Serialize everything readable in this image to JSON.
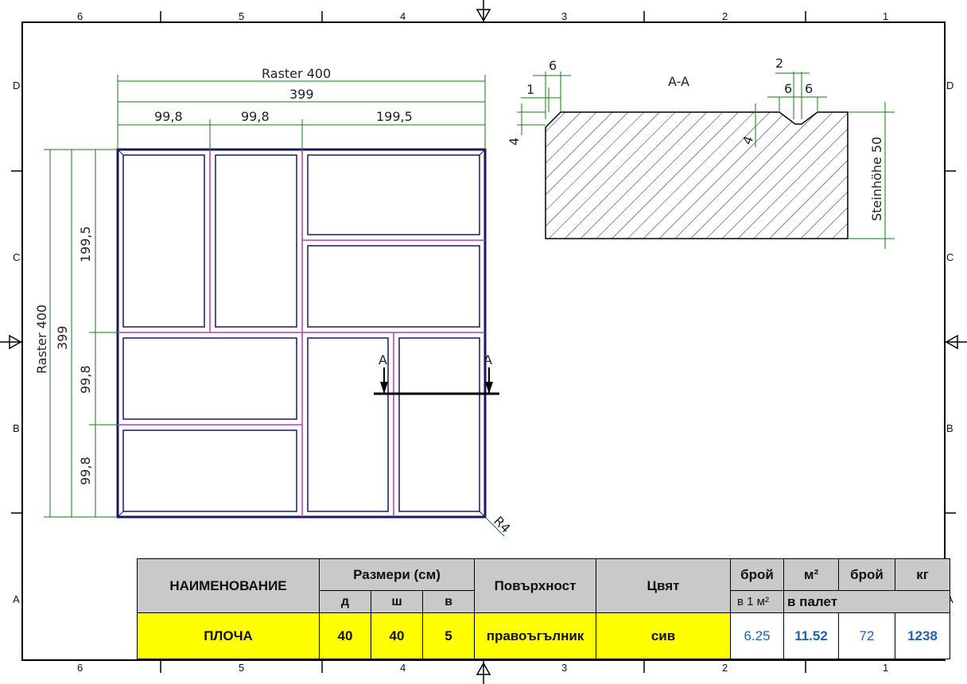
{
  "frame": {
    "cols_top": [
      "6",
      "5",
      "4",
      "3",
      "2",
      "1"
    ],
    "cols_bottom": [
      "6",
      "5",
      "4",
      "3",
      "2",
      "1"
    ],
    "rows_left": [
      "D",
      "C",
      "B",
      "A"
    ],
    "rows_right": [
      "D",
      "C",
      "B",
      "A"
    ]
  },
  "plan": {
    "raster_top": "Raster 400",
    "dim_399_top": "399",
    "dim_998_a": "99,8",
    "dim_998_b": "99,8",
    "dim_1995": "199,5",
    "raster_left": "Raster 400",
    "dim_399_left": "399",
    "dim_1995_left": "199,5",
    "dim_998_left_a": "99,8",
    "dim_998_left_b": "99,8",
    "radius": "R4",
    "cut_left": "A",
    "cut_right": "A"
  },
  "section": {
    "title": "A-A",
    "dim_6_left": "6",
    "dim_1": "1",
    "dim_4_left": "4",
    "dim_2": "2",
    "dim_6_right_a": "6",
    "dim_6_right_b": "6",
    "dim_4_right": "4",
    "height_label": "Steinhöhe 50"
  },
  "table": {
    "headers": {
      "name": "НАИМЕНОВАНИЕ",
      "dims": "Размери (см)",
      "d": "д",
      "w": "ш",
      "h": "в",
      "surface": "Повърхност",
      "color": "Цвят",
      "count": "брой",
      "per_m2": "в 1 м²",
      "m2": "м²",
      "count2": "брой",
      "kg": "кг",
      "on_pallet": "в палет"
    },
    "row": {
      "name": "ПЛОЧА",
      "d": "40",
      "w": "40",
      "h": "5",
      "surface": "правоъгълник",
      "color": "сив",
      "count_m2": "6.25",
      "m2_pallet": "11.52",
      "count_pallet": "72",
      "kg": "1238"
    }
  }
}
